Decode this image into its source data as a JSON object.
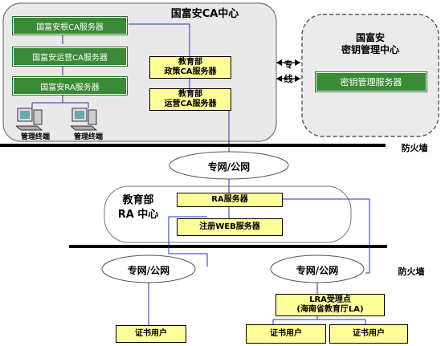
{
  "ca_center": {
    "title": "国富安CA中心",
    "servers": [
      "国富安根CA服务器",
      "国富安运营CA服务器",
      "国富安RA服务器"
    ],
    "edu_policy": [
      "教育部",
      "政策CA服务器"
    ],
    "edu_ops": [
      "教育部",
      "运营CA服务器"
    ],
    "terminals": [
      "管理终端",
      "管理终端"
    ]
  },
  "key_center": {
    "title": [
      "国富安",
      "密钥管理中心"
    ],
    "server": "密钥管理服务器"
  },
  "link_label": [
    "专",
    "线"
  ],
  "firewall_labels": [
    "防火墙",
    "防火墙"
  ],
  "networks": [
    "专网/公网",
    "专网/公网",
    "专网/公网"
  ],
  "edu_ra": {
    "title": [
      "教育部",
      "RA 中心"
    ],
    "ra_server": "RA服务器",
    "web_server": "注册WEB服务器"
  },
  "lra": [
    "LRA受理点",
    "(海南省教育厅LA)"
  ],
  "users": [
    "证书用户",
    "证书用户",
    "证书用户"
  ],
  "colors": {
    "green": "#3a8a36",
    "yellow": "#ffff99",
    "panel": "#e8e8e8",
    "line": "#2233aa"
  }
}
